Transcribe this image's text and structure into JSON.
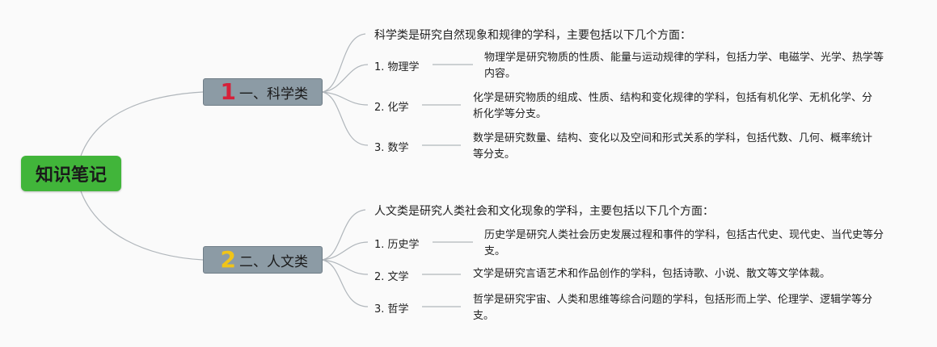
{
  "root": {
    "label": "知识笔记"
  },
  "colors": {
    "root": "#41b53a",
    "branch": "#8c9ba5",
    "num_science": "#d6213a",
    "num_humanities": "#f0c419",
    "line": "#b0b6bb"
  },
  "branches": [
    {
      "num": "1",
      "label": "一、科学类",
      "intro": "科学类是研究自然现象和规律的学科，主要包括以下几个方面：",
      "items": [
        {
          "topic": "1. 物理学",
          "desc": "物理学是研究物质的性质、能量与运动规律的学科，包括力学、电磁学、光学、热学等内容。"
        },
        {
          "topic": "2. 化学",
          "desc": "化学是研究物质的组成、性质、结构和变化规律的学科，包括有机化学、无机化学、分析化学等分支。"
        },
        {
          "topic": "3. 数学",
          "desc": "数学是研究数量、结构、变化以及空间和形式关系的学科，包括代数、几何、概率统计等分支。"
        }
      ]
    },
    {
      "num": "2",
      "label": "二、人文类",
      "intro": "人文类是研究人类社会和文化现象的学科，主要包括以下几个方面：",
      "items": [
        {
          "topic": "1. 历史学",
          "desc": "历史学是研究人类社会历史发展过程和事件的学科，包括古代史、现代史、当代史等分支。"
        },
        {
          "topic": "2. 文学",
          "desc": "文学是研究言语艺术和作品创作的学科，包括诗歌、小说、散文等文学体裁。"
        },
        {
          "topic": "3. 哲学",
          "desc": "哲学是研究宇宙、人类和思维等综合问题的学科，包括形而上学、伦理学、逻辑学等分支。"
        }
      ]
    }
  ]
}
